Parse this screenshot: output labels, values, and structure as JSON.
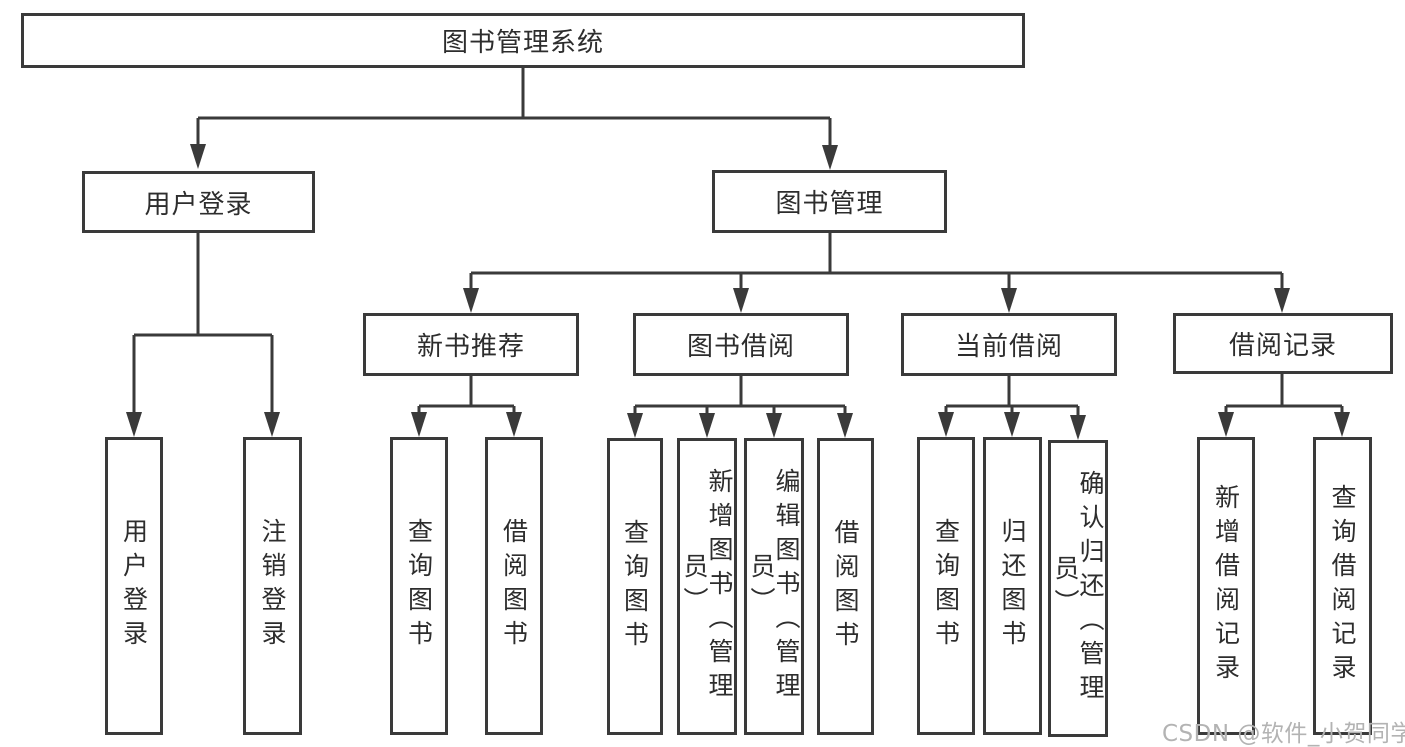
{
  "colors": {
    "line": "#3a3a3a",
    "border": "#3a3a3a",
    "text": "#2d2d2d",
    "background": "#ffffff",
    "watermark": "#b3b3b3"
  },
  "watermark": {
    "text": "CSDN @软件_小贺同学"
  },
  "tree": {
    "root": {
      "label": "图书管理系统",
      "children": [
        {
          "label": "用户登录",
          "children": [
            {
              "label": "用户登录"
            },
            {
              "label": "注销登录"
            }
          ]
        },
        {
          "label": "图书管理",
          "children": [
            {
              "label": "新书推荐",
              "children": [
                {
                  "label": "查询图书"
                },
                {
                  "label": "借阅图书"
                }
              ]
            },
            {
              "label": "图书借阅",
              "children": [
                {
                  "label": "查询图书"
                },
                {
                  "label": "新增图书（管理员）"
                },
                {
                  "label": "编辑图书（管理员）"
                },
                {
                  "label": "借阅图书"
                }
              ]
            },
            {
              "label": "当前借阅",
              "children": [
                {
                  "label": "查询图书"
                },
                {
                  "label": "归还图书"
                },
                {
                  "label": "确认归还（管理员）"
                }
              ]
            },
            {
              "label": "借阅记录",
              "children": [
                {
                  "label": "新增借阅记录"
                },
                {
                  "label": "查询借阅记录"
                }
              ]
            }
          ]
        }
      ]
    }
  }
}
